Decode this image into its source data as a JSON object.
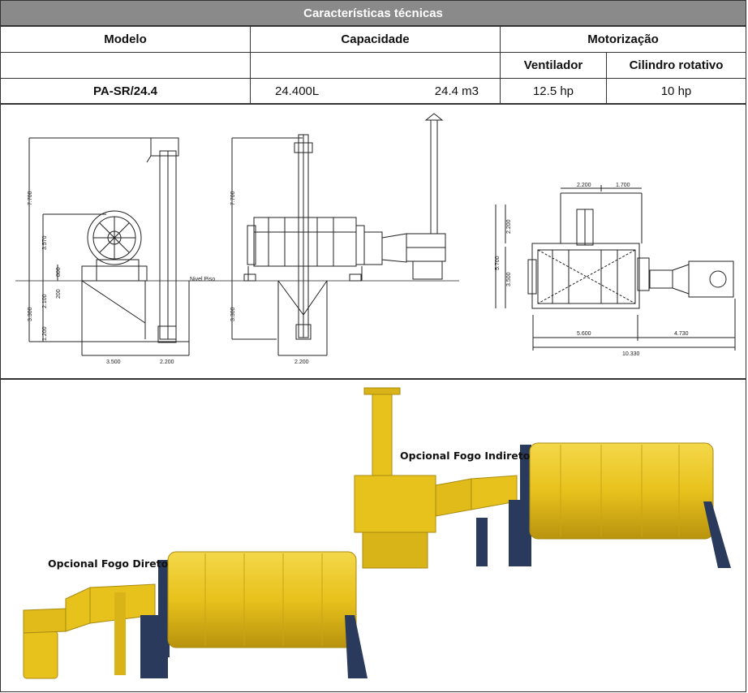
{
  "header": {
    "title": "Características técnicas"
  },
  "table": {
    "col_model": "Modelo",
    "col_capacity": "Capacidade",
    "col_motor": "Motorização",
    "sub_fan": "Ventilador",
    "sub_drum": "Cilindro rotativo",
    "row": {
      "model": "PA-SR/24.4",
      "capacity_liters": "24.400L",
      "capacity_m3": "24.4 m3",
      "fan": "12.5 hp",
      "drum": "10 hp"
    }
  },
  "drawings": {
    "floor_label": "Nivel Piso",
    "left": {
      "dim_height": "7.700",
      "dim_3570": "3.570",
      "dim_800": "800",
      "dim_2100": "2.100",
      "dim_200": "200",
      "dim_3300": "3.300",
      "dim_1200": "1.200",
      "dim_3500": "3.500",
      "dim_2200": "2.200"
    },
    "middle": {
      "dim_height": "7.700",
      "dim_3300": "3.300",
      "dim_2200": "2.200"
    },
    "right": {
      "dim_2200": "2.200",
      "dim_1700": "1.700",
      "dim_2200v": "2.200",
      "dim_5700": "5.700",
      "dim_3500": "3.500",
      "dim_5600": "5.600",
      "dim_4730": "4.730",
      "dim_10330": "10.330"
    }
  },
  "photos": {
    "label_direct": "Opcional Fogo Direto",
    "label_indirect": "Opcional Fogo Indireto",
    "colors": {
      "machine_yellow": "#e8c21c",
      "frame_blue": "#2a3a5c"
    }
  }
}
